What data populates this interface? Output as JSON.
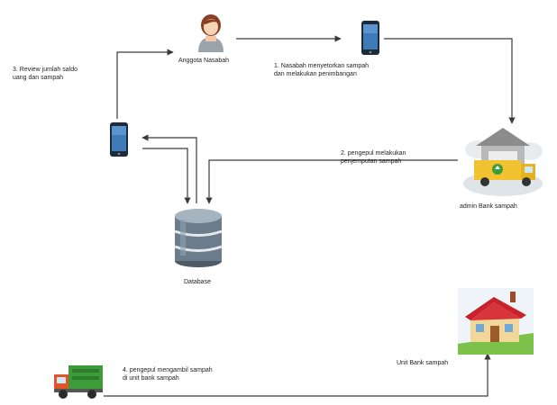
{
  "nodes": {
    "anggota": {
      "label": "Anggota Nasabah",
      "icon": "person-avatar-icon"
    },
    "phone_top": {
      "icon": "smartphone-icon"
    },
    "phone_left": {
      "icon": "smartphone-icon"
    },
    "admin": {
      "label": "admin Bank sampah",
      "icon": "garbage-truck-warehouse-icon"
    },
    "database": {
      "label": "Database",
      "icon": "database-cylinder-icon"
    },
    "unit": {
      "label": "Unit Bank sampah",
      "icon": "house-icon"
    },
    "collector_truck": {
      "icon": "garbage-truck-icon"
    }
  },
  "steps": {
    "step1": "1. Nasabah menyetorkan sampah\ndan melakukan penimbangan",
    "step2": "2. pengepul melakukan\npenjemputan sampah",
    "step3": "3. Review jumlah saldo\nuang dan sampah",
    "step4": "4. pengepul mengambil sampah\ndi unit bank sampah"
  },
  "colors": {
    "arrow": "#3a3a3a",
    "truck_green": "#3e9b3a",
    "truck_cab": "#e0542a",
    "roof_red": "#c8232c",
    "house_wall": "#f2d79a",
    "grass": "#7cc24a",
    "admin_truck": "#f2c230",
    "db_body": "#6b7d8c"
  }
}
